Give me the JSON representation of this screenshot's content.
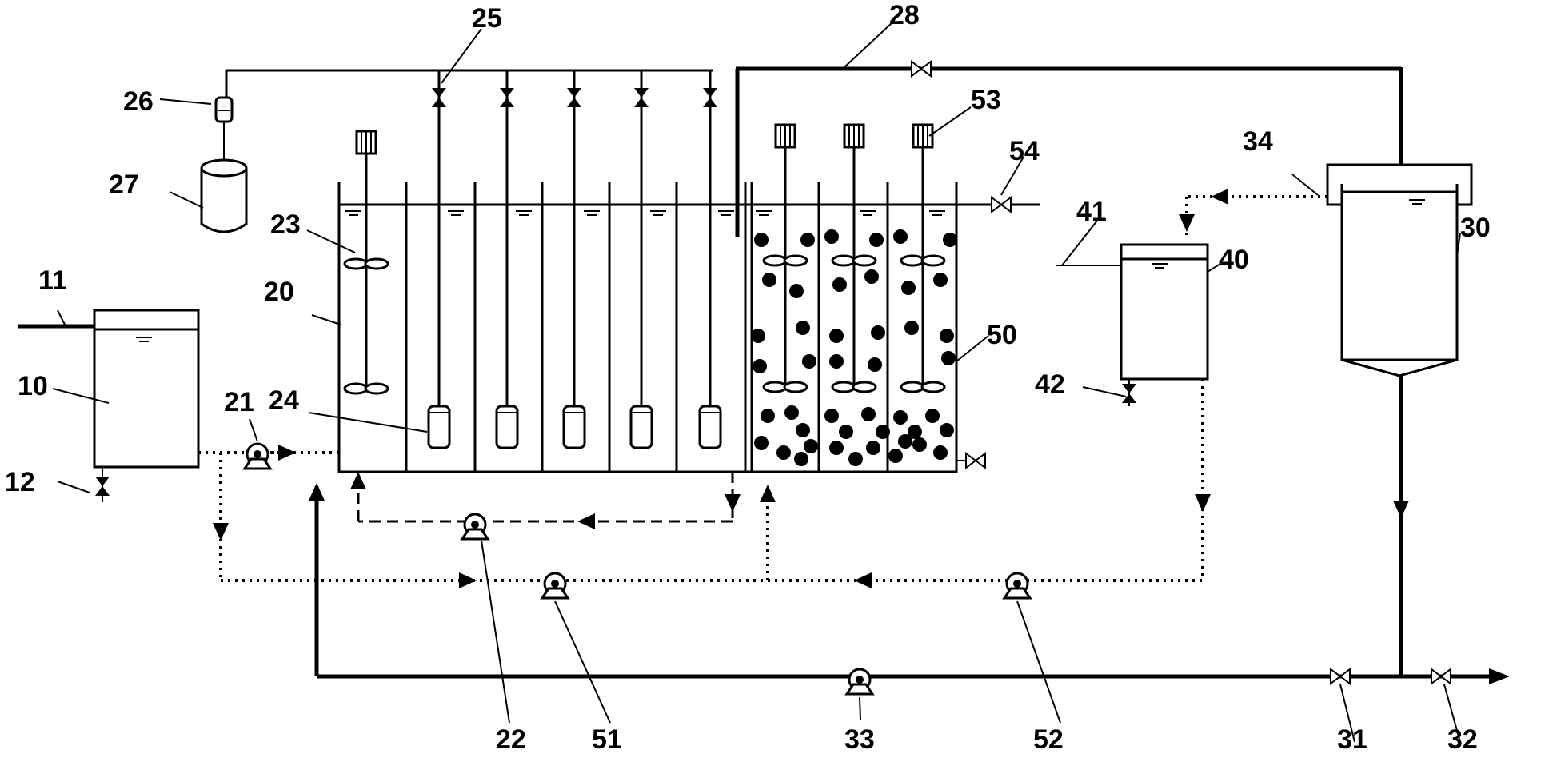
{
  "labels": {
    "l10": "10",
    "l11": "11",
    "l12": "12",
    "l20": "20",
    "l21": "21",
    "l22": "22",
    "l23": "23",
    "l24": "24",
    "l25": "25",
    "l26": "26",
    "l27": "27",
    "l28": "28",
    "l30": "30",
    "l31": "31",
    "l32": "32",
    "l33": "33",
    "l34": "34",
    "l40": "40",
    "l41": "41",
    "l42": "42",
    "l50": "50",
    "l51": "51",
    "l52": "52",
    "l53": "53",
    "l54": "54"
  }
}
